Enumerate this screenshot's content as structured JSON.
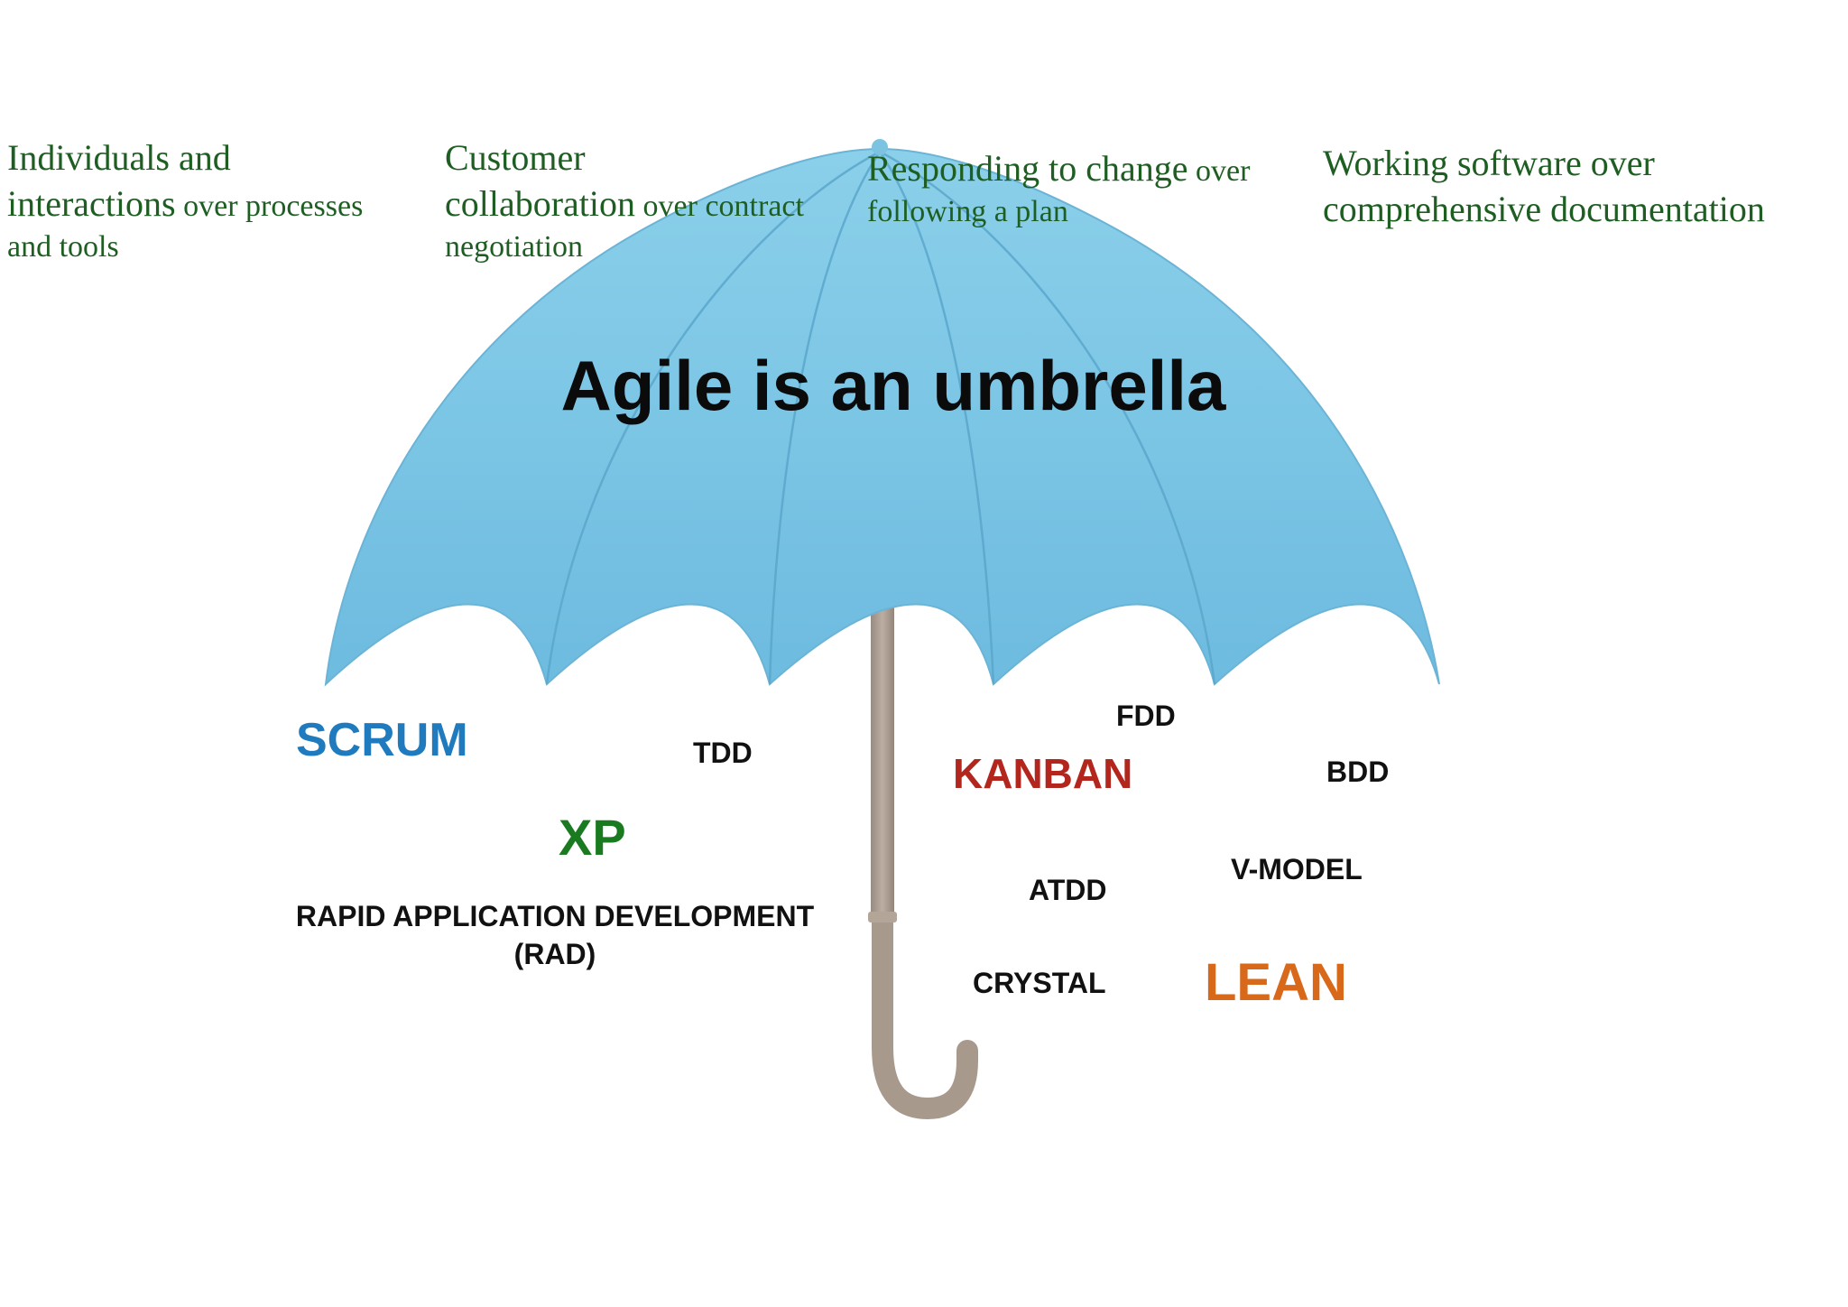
{
  "title": "Agile is an umbrella",
  "values": [
    {
      "lines": [
        [
          {
            "text": "Individuals and",
            "size": "big"
          }
        ],
        [
          {
            "text": "interactions",
            "size": "big"
          },
          {
            "text": " over processes",
            "size": "small"
          }
        ],
        [
          {
            "text": "and tools",
            "size": "small"
          }
        ]
      ]
    },
    {
      "lines": [
        [
          {
            "text": "Customer",
            "size": "big"
          }
        ],
        [
          {
            "text": "collaboration",
            "size": "big"
          },
          {
            "text": " over contract",
            "size": "small"
          }
        ],
        [
          {
            "text": "negotiation",
            "size": "small"
          }
        ]
      ]
    },
    {
      "lines": [
        [
          {
            "text": "Responding to change",
            "size": "big"
          },
          {
            "text": " over",
            "size": "small"
          }
        ],
        [
          {
            "text": "following a plan",
            "size": "small"
          }
        ]
      ]
    },
    {
      "lines": [
        [
          {
            "text": "Working software",
            "size": "big"
          },
          {
            "text": " over",
            "size": "big"
          }
        ],
        [
          {
            "text": "comprehensive documentation",
            "size": "big"
          }
        ]
      ]
    }
  ],
  "methods": {
    "scrum": {
      "label": "SCRUM",
      "color": "#1f7bbd"
    },
    "tdd": {
      "label": "TDD",
      "color": "#111111"
    },
    "xp": {
      "label": "XP",
      "color": "#1a7a1f"
    },
    "rad": {
      "line1": "RAPID APPLICATION DEVELOPMENT",
      "line2": "(RAD)",
      "color": "#111111"
    },
    "fdd": {
      "label": "FDD",
      "color": "#111111"
    },
    "kanban": {
      "label": "KANBAN",
      "color": "#b3261e"
    },
    "bdd": {
      "label": "BDD",
      "color": "#111111"
    },
    "atdd": {
      "label": "ATDD",
      "color": "#111111"
    },
    "vmodel": {
      "label": "V-MODEL",
      "color": "#111111"
    },
    "crystal": {
      "label": "CRYSTAL",
      "color": "#111111"
    },
    "lean": {
      "label": "LEAN",
      "color": "#d9691a"
    }
  },
  "colors": {
    "canopy_top": "#8bd0ea",
    "canopy_bottom": "#6dbbe0",
    "ribs": "#5ba7cc",
    "handle": "#a8998d",
    "values_text": "#1e5e22"
  }
}
